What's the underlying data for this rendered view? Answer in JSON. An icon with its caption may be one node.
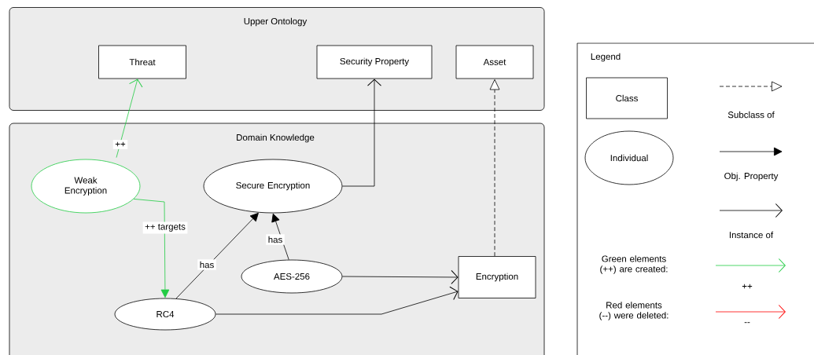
{
  "diagram": {
    "nodes": [
      {
        "text": [
          "Upper Ontology"
        ]
      },
      {
        "text": [
          "Threat"
        ],
        "in": 0
      },
      {
        "text": [
          "Security Property"
        ],
        "in": 0
      },
      {
        "text": [
          "Asset"
        ],
        "in": 0
      },
      {
        "text": [
          "Domain Knowledge"
        ]
      },
      {
        "text": [
          "Weak Encryption"
        ],
        "in": 4
      },
      {
        "text": [
          "Secure Encryption"
        ],
        "in": 4
      },
      {
        "text": [
          "AES-256"
        ],
        "in": 4
      },
      {
        "text": [
          "RC4"
        ],
        "in": 4
      },
      {
        "text": [
          "Encryption"
        ],
        "in": 4
      }
    ],
    "edges": [
      {
        "from": 5,
        "to": 1,
        "arrow": "to",
        "label": "++",
        "color": "#22cc44"
      },
      {
        "from": 5,
        "to": 8,
        "arrow": "to",
        "label": "++ targets",
        "color": "#22cc44"
      },
      {
        "from": 8,
        "to": 6,
        "arrow": "to",
        "label": "has"
      },
      {
        "from": 7,
        "to": 6,
        "arrow": "to",
        "label": "has"
      },
      {
        "from": 6,
        "to": 2,
        "arrow": "to"
      },
      {
        "from": 7,
        "to": 9,
        "arrow": "to"
      },
      {
        "from": 8,
        "to": 9,
        "arrow": "to"
      },
      {
        "from": 9,
        "to": 3,
        "arrow": "to",
        "style": "dashed"
      }
    ],
    "labels": [
      "Legend",
      "++",
      "--"
    ],
    "legend": [
      {
        "text": "Class"
      },
      {
        "text": "Individual"
      },
      {
        "text": "Subclass of"
      },
      {
        "text": "Obj. Property"
      },
      {
        "text": "Instance of"
      },
      {
        "text": "Green elements (++) are created:"
      },
      {
        "text": "Red elements (--) were deleted:"
      }
    ]
  }
}
